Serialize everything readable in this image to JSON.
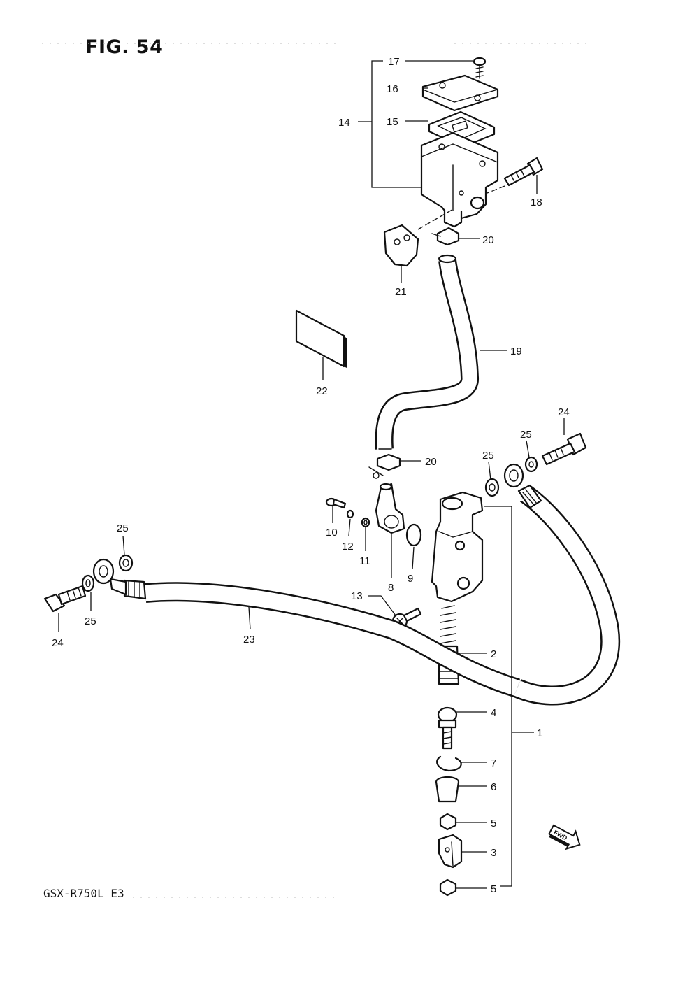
{
  "figure": {
    "title": "FIG. 54",
    "model": "GSX-R750L  E3",
    "direction_label": "FWD"
  },
  "callouts": {
    "p1": "1",
    "p2": "2",
    "p3": "3",
    "p4": "4",
    "p5a": "5",
    "p5b": "5",
    "p6": "6",
    "p7": "7",
    "p8": "8",
    "p9": "9",
    "p10": "10",
    "p11": "11",
    "p12": "12",
    "p13": "13",
    "p14": "14",
    "p15": "15",
    "p16": "16",
    "p17": "17",
    "p18": "18",
    "p19": "19",
    "p20a": "20",
    "p20b": "20",
    "p21": "21",
    "p22": "22",
    "p23": "23",
    "p24a": "24",
    "p24b": "24",
    "p25a": "25",
    "p25b": "25",
    "p25c": "25",
    "p25d": "25"
  },
  "icons": {
    "direction_arrow": "fwd-arrow-icon"
  }
}
